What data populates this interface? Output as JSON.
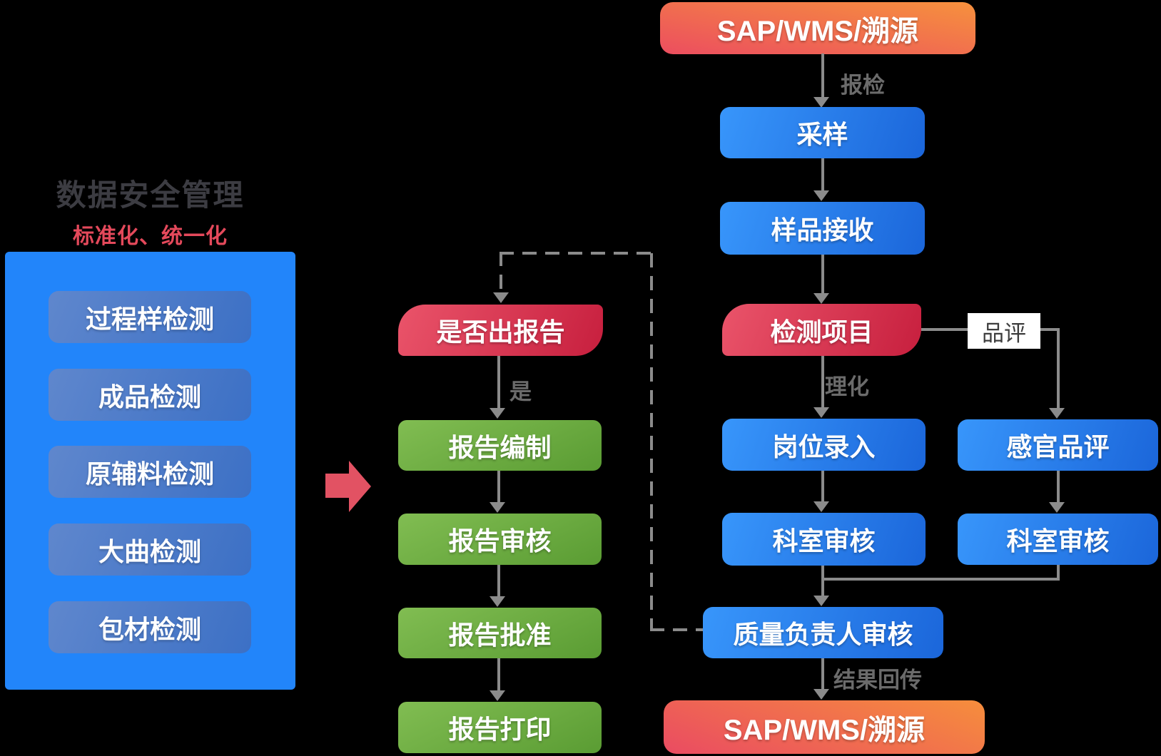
{
  "left_panel": {
    "title": "数据安全管理",
    "subtitle": "标准化、统一化",
    "items": [
      "过程样检测",
      "成品检测",
      "原辅料检测",
      "大曲检测",
      "包材检测"
    ]
  },
  "decision": {
    "label": "是否出报告",
    "yes_label": "是"
  },
  "report_steps": [
    "报告编制",
    "报告审核",
    "报告批准",
    "报告打印"
  ],
  "main": {
    "source": "SAP/WMS/溯源",
    "inspect_label": "报检",
    "sampling": "采样",
    "receiving": "样品接收",
    "test_item": "检测项目",
    "physchem_label": "理化",
    "entry": "岗位录入",
    "dept_review": "科室审核",
    "quality_review": "质量负责人审核",
    "result_label": "结果回传",
    "target": "SAP/WMS/溯源"
  },
  "tasting": {
    "label": "品评",
    "sensory": "感官品评",
    "dept_review": "科室审核"
  },
  "colors": {
    "panel_blue": "#2285FA",
    "node_blue_start": "#3896FB",
    "node_blue_end": "#1B66DA",
    "node_green_start": "#81BD52",
    "node_green_end": "#5A9C33",
    "node_red_start": "#EA546A",
    "node_red_end": "#C71F3E",
    "sap_orange": "#F6913D",
    "sap_red": "#EC4E5F",
    "pill_start": "#5F87CD",
    "pill_end": "#3C70C5",
    "connector_gray": "#8B8B8B",
    "label_gray": "#6B6B6B",
    "title_gray": "#3C3C42",
    "subtitle_red": "#E4495B",
    "transfer_arrow_red": "#E25263"
  }
}
